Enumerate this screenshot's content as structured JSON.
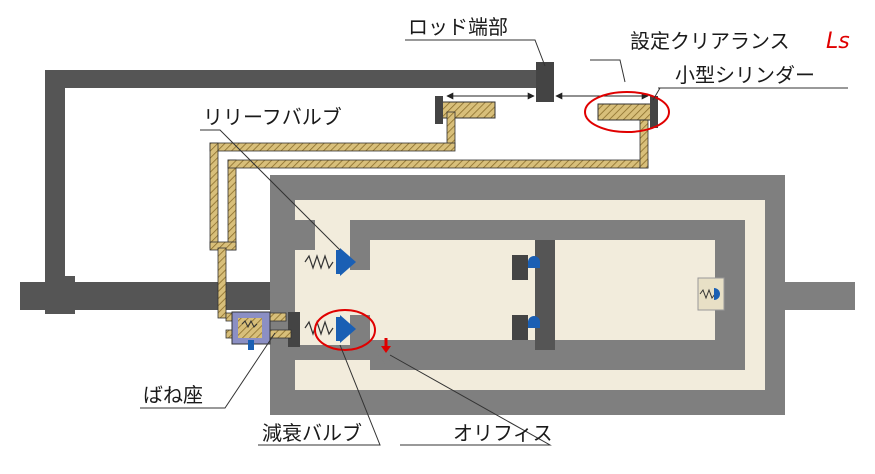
{
  "labels": {
    "rod_end": "ロッド端部",
    "set_clearance": "設定クリアランス",
    "set_clearance_symbol": "Ls",
    "small_cylinder": "小型シリンダー",
    "relief_valve": "リリーフバルブ",
    "spring_seat": "ばね座",
    "damping_valve": "減衰バルブ",
    "orifice": "オリフィス"
  },
  "colors": {
    "frame_dark": "#555555",
    "housing": "#7f7f7f",
    "oil": "#f2ecdc",
    "hydraulic_line": "#c9aa5c",
    "valve_blue": "#1a5fb4",
    "highlight_red": "#e00000"
  }
}
